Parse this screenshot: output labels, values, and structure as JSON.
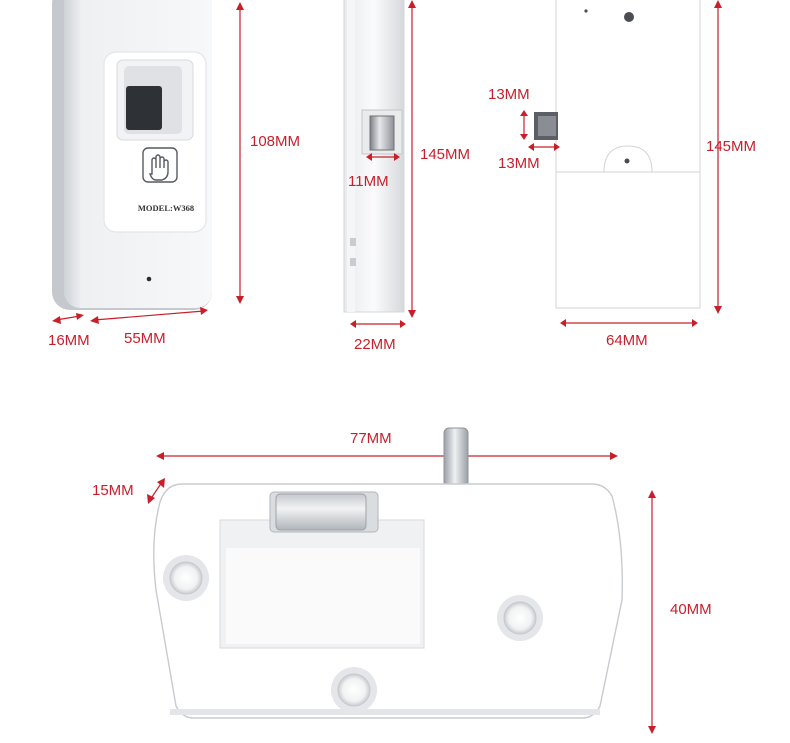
{
  "device": {
    "model_label": "MODEL:W368"
  },
  "dimensions": {
    "front_height": "108MM",
    "front_depth": "16MM",
    "front_width": "55MM",
    "side_height": "145MM",
    "side_depth": "22MM",
    "bolt_width": "11MM",
    "back_bolt_height": "13MM",
    "back_bolt_width": "13MM",
    "back_height": "145MM",
    "back_width": "64MM",
    "strike_width": "77MM",
    "strike_depth": "15MM",
    "strike_height": "40MM"
  },
  "colors": {
    "dimension_red": "#c8202a"
  }
}
